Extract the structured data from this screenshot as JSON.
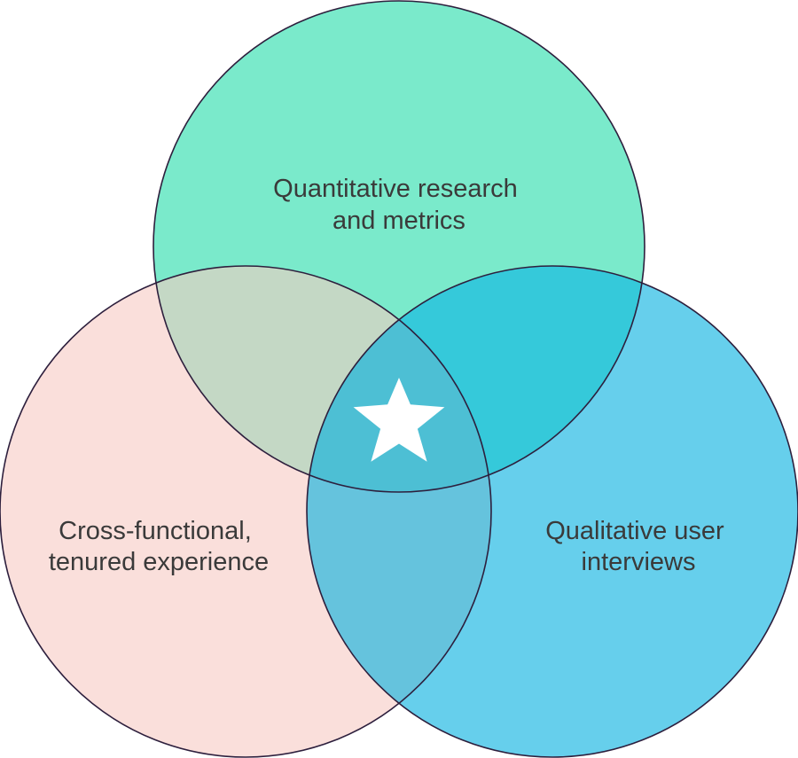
{
  "sets": [
    {
      "id": "quant",
      "line1": "Quantitative research",
      "line2": "and metrics",
      "color": "#7aeacb"
    },
    {
      "id": "cross",
      "line1": "Cross-functional,",
      "line2": "tenured experience",
      "color": "#fadfdb"
    },
    {
      "id": "qual",
      "line1": "Qualitative user",
      "line2": "interviews",
      "color": "#66cfec"
    }
  ],
  "overlaps": {
    "quant_cross": "#c4d8c5",
    "quant_qual": "#35c9da",
    "cross_qual": "#65c3dd",
    "center": "#4dbfd4"
  },
  "center_marker": {
    "icon": "star-icon",
    "color": "#ffffff"
  },
  "outline_color": "#2d1f3d"
}
